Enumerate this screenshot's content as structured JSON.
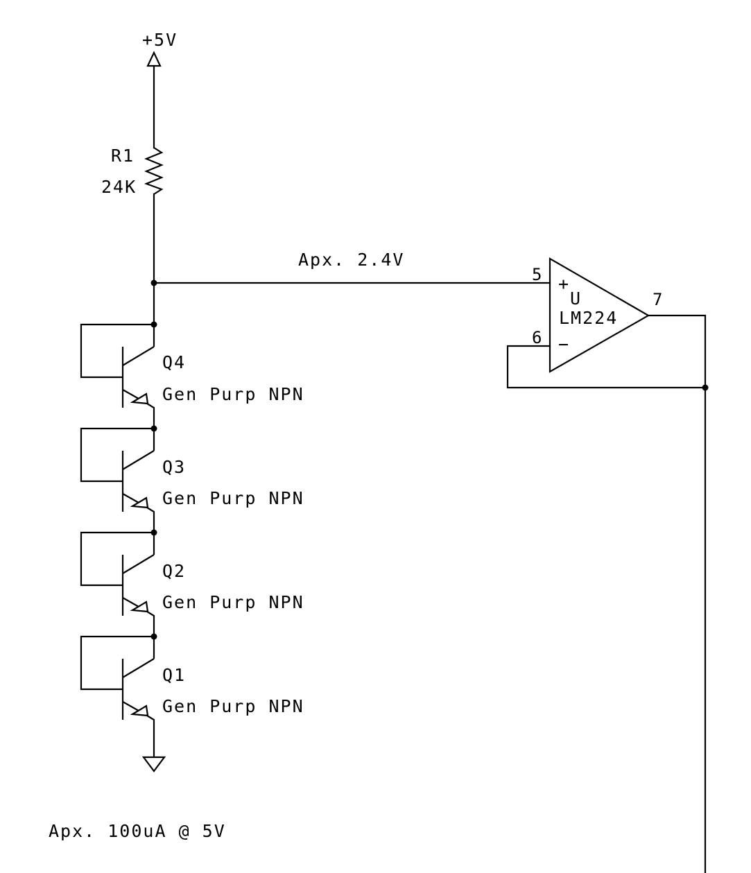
{
  "supply": {
    "label": "+5V"
  },
  "resistor": {
    "ref": "R1",
    "value": "24K"
  },
  "node": {
    "label": "Apx. 2.4V"
  },
  "transistors": [
    {
      "ref": "Q4",
      "type": "Gen Purp NPN"
    },
    {
      "ref": "Q3",
      "type": "Gen Purp NPN"
    },
    {
      "ref": "Q2",
      "type": "Gen Purp NPN"
    },
    {
      "ref": "Q1",
      "type": "Gen Purp NPN"
    }
  ],
  "opamp": {
    "ref": "U",
    "part": "LM224",
    "pin_plus": "5",
    "pin_minus": "6",
    "pin_out": "7",
    "plus_sign": "+",
    "minus_sign": "−"
  },
  "note": "Apx. 100uA @ 5V"
}
